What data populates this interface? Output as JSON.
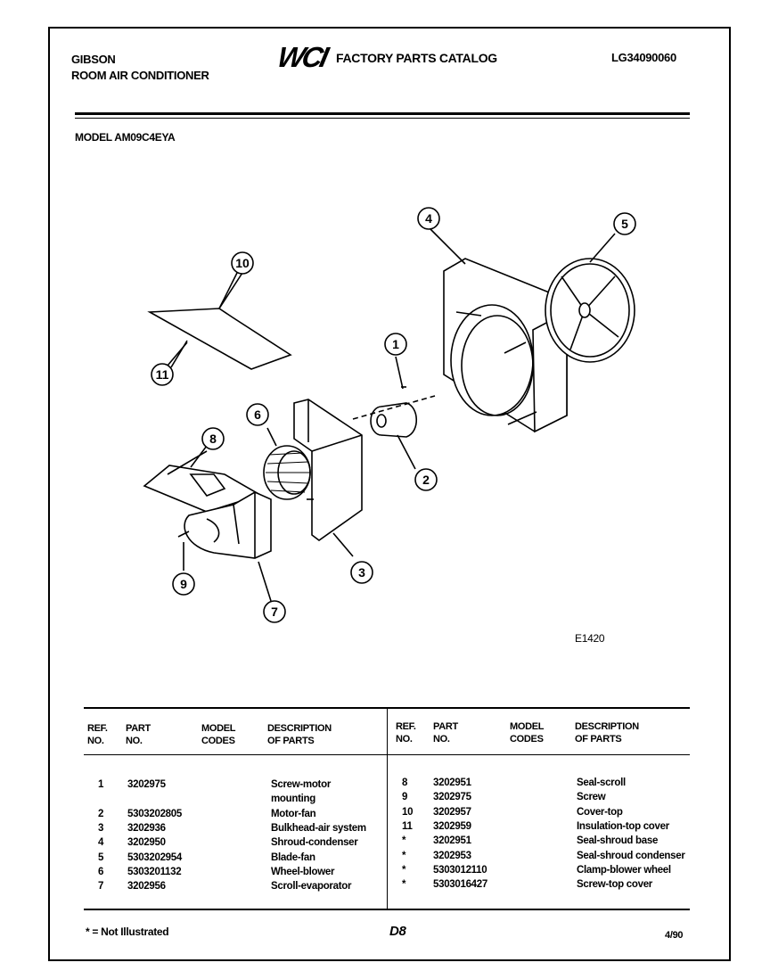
{
  "header": {
    "brand": "GIBSON",
    "product": "ROOM AIR CONDITIONER",
    "logo": "WCI",
    "catalog_title": "FACTORY PARTS CATALOG",
    "catalog_number": "LG34090060",
    "model_line": "MODEL AM09C4EYA"
  },
  "diagram": {
    "code": "E1420",
    "callouts": [
      "1",
      "2",
      "3",
      "4",
      "5",
      "6",
      "7",
      "8",
      "9",
      "10",
      "11"
    ]
  },
  "table": {
    "headers": {
      "ref": [
        "REF.",
        "NO."
      ],
      "part": [
        "PART",
        "NO."
      ],
      "model": [
        "MODEL",
        "CODES"
      ],
      "desc": [
        "DESCRIPTION",
        "OF PARTS"
      ]
    },
    "left_rows": [
      {
        "ref": "1",
        "part": "3202975",
        "model": "",
        "desc": "Screw-motor"
      },
      {
        "ref": "",
        "part": "",
        "model": "",
        "desc": "mounting"
      },
      {
        "ref": "2",
        "part": "5303202805",
        "model": "",
        "desc": "Motor-fan"
      },
      {
        "ref": "3",
        "part": "3202936",
        "model": "",
        "desc": "Bulkhead-air system"
      },
      {
        "ref": "4",
        "part": "3202950",
        "model": "",
        "desc": "Shroud-condenser"
      },
      {
        "ref": "5",
        "part": "5303202954",
        "model": "",
        "desc": "Blade-fan"
      },
      {
        "ref": "6",
        "part": "5303201132",
        "model": "",
        "desc": "Wheel-blower"
      },
      {
        "ref": "7",
        "part": "3202956",
        "model": "",
        "desc": "Scroll-evaporator"
      }
    ],
    "right_rows": [
      {
        "ref": "8",
        "part": "3202951",
        "model": "",
        "desc": "Seal-scroll"
      },
      {
        "ref": "9",
        "part": "3202975",
        "model": "",
        "desc": "Screw"
      },
      {
        "ref": "10",
        "part": "3202957",
        "model": "",
        "desc": "Cover-top"
      },
      {
        "ref": "11",
        "part": "3202959",
        "model": "",
        "desc": "Insulation-top cover"
      },
      {
        "ref": "*",
        "part": "3202951",
        "model": "",
        "desc": "Seal-shroud base"
      },
      {
        "ref": "*",
        "part": "3202953",
        "model": "",
        "desc": "Seal-shroud condenser"
      },
      {
        "ref": "*",
        "part": "5303012110",
        "model": "",
        "desc": "Clamp-blower wheel"
      },
      {
        "ref": "*",
        "part": "5303016427",
        "model": "",
        "desc": "Screw-top cover"
      }
    ]
  },
  "footer": {
    "note": "* = Not Illustrated",
    "page": "D8",
    "date": "4/90"
  }
}
